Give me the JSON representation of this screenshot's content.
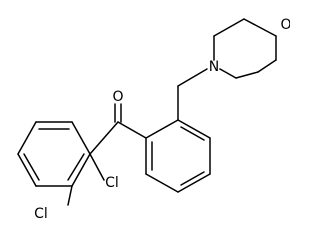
{
  "structure": {
    "atoms": {
      "oxygen_carbonyl": "O",
      "nitrogen": "N",
      "oxygen_ring": "O",
      "chlorine_upper": "Cl",
      "chlorine_lower": "Cl"
    }
  }
}
